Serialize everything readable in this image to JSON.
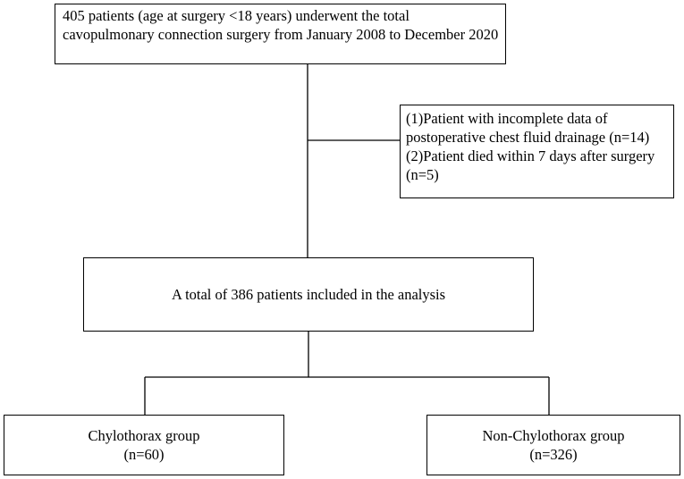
{
  "flowchart": {
    "enrolled": "405 patients (age at surgery <18 years) underwent the total cavopulmonary connection surgery from January 2008 to December 2020",
    "exclusion": {
      "line1": "(1)Patient with incomplete data of postoperative chest fluid drainage (n=14)",
      "line2": "(2)Patient died within 7 days after surgery (n=5)"
    },
    "analysis": "A total of 386 patients included in the analysis",
    "groups": {
      "chylothorax": {
        "name": "Chylothorax group",
        "count": "(n=60)"
      },
      "non_chylothorax": {
        "name": "Non-Chylothorax group",
        "count": "(n=326)"
      }
    }
  }
}
